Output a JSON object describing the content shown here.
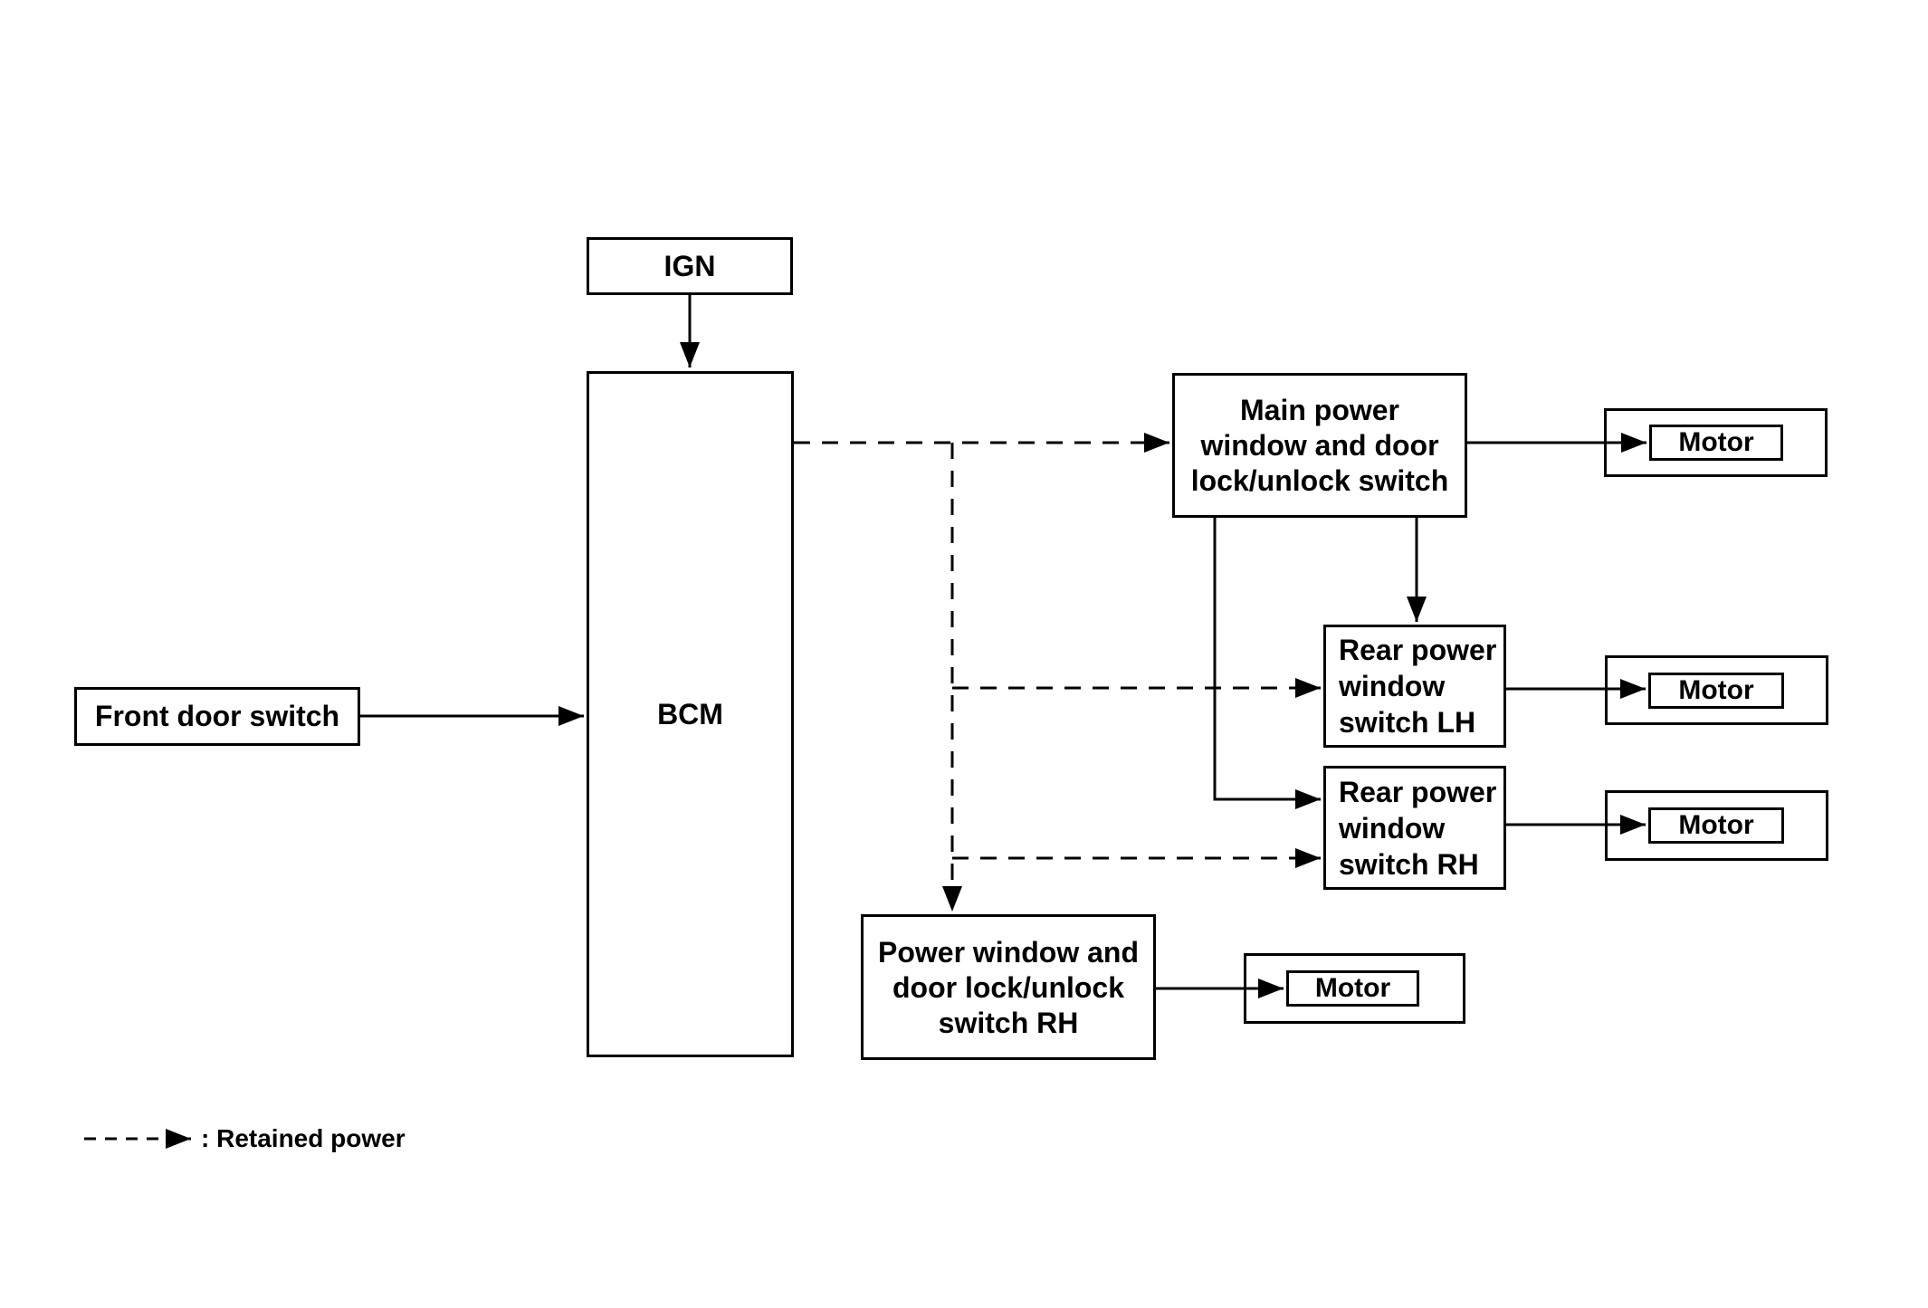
{
  "nodes": {
    "ign": {
      "label": "IGN"
    },
    "bcm": {
      "label": "BCM"
    },
    "front_door_switch": {
      "label": "Front door switch"
    },
    "main_switch": {
      "lines": [
        "Main power",
        "window and door",
        "lock/unlock switch"
      ]
    },
    "rear_switch_lh": {
      "lines": [
        "Rear power",
        "window",
        "switch LH"
      ]
    },
    "rear_switch_rh": {
      "lines": [
        "Rear power",
        "window",
        "switch RH"
      ]
    },
    "pw_switch_rh": {
      "lines": [
        "Power window and",
        "door lock/unlock",
        "switch RH"
      ]
    },
    "motors": [
      "Motor",
      "Motor",
      "Motor",
      "Motor"
    ]
  },
  "legend": {
    "label": ": Retained power"
  },
  "colors": {
    "line": "#000000",
    "background": "#ffffff"
  }
}
